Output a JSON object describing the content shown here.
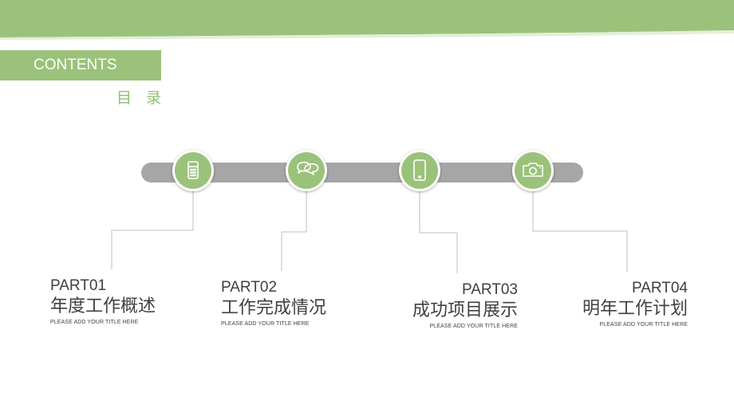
{
  "header": {
    "contents_label": "CONTENTS",
    "contents_sub": "目 录"
  },
  "colors": {
    "accent_green": "#9bc27b",
    "track_gray": "#a6a6a6",
    "text_dark": "#404040",
    "connector_gray": "#bfbfbf"
  },
  "parts": [
    {
      "num": "PART01",
      "title": "年度工作概述",
      "sub": "PLEASE ADD YOUR TITLE HERE",
      "icon": "mobile-phone-icon"
    },
    {
      "num": "PART02",
      "title": "工作完成情况",
      "sub": "PLEASE ADD YOUR TITLE HERE",
      "icon": "chat-bubbles-icon"
    },
    {
      "num": "PART03",
      "title": "成功项目展示",
      "sub": "PLEASE ADD YOUR TITLE HERE",
      "icon": "smartphone-icon"
    },
    {
      "num": "PART04",
      "title": "明年工作计划",
      "sub": "PLEASE ADD YOUR TITLE HERE",
      "icon": "camera-icon"
    }
  ]
}
